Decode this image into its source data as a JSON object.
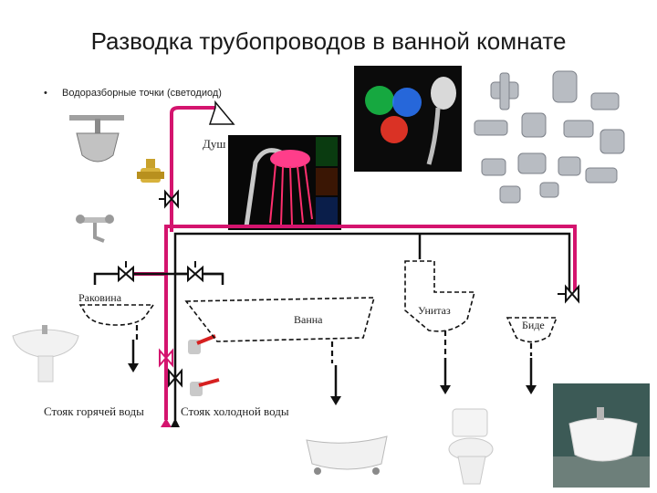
{
  "slide": {
    "title": "Разводка трубопроводов в ванной комнате",
    "bullet": "•",
    "bullet_text": "Водоразборные точки (светодиод)"
  },
  "labels": {
    "shower": "Душ",
    "washbasin": "Раковина",
    "bath": "Ванна",
    "toilet": "Унитаз",
    "bidet": "Биде",
    "hot_riser": "Стояк горячей воды",
    "cold_riser": "Стояк холодной воды"
  },
  "colors": {
    "hot_pipe": "#d4146e",
    "cold_pipe": "#111111",
    "valve_red": "#d62020"
  }
}
